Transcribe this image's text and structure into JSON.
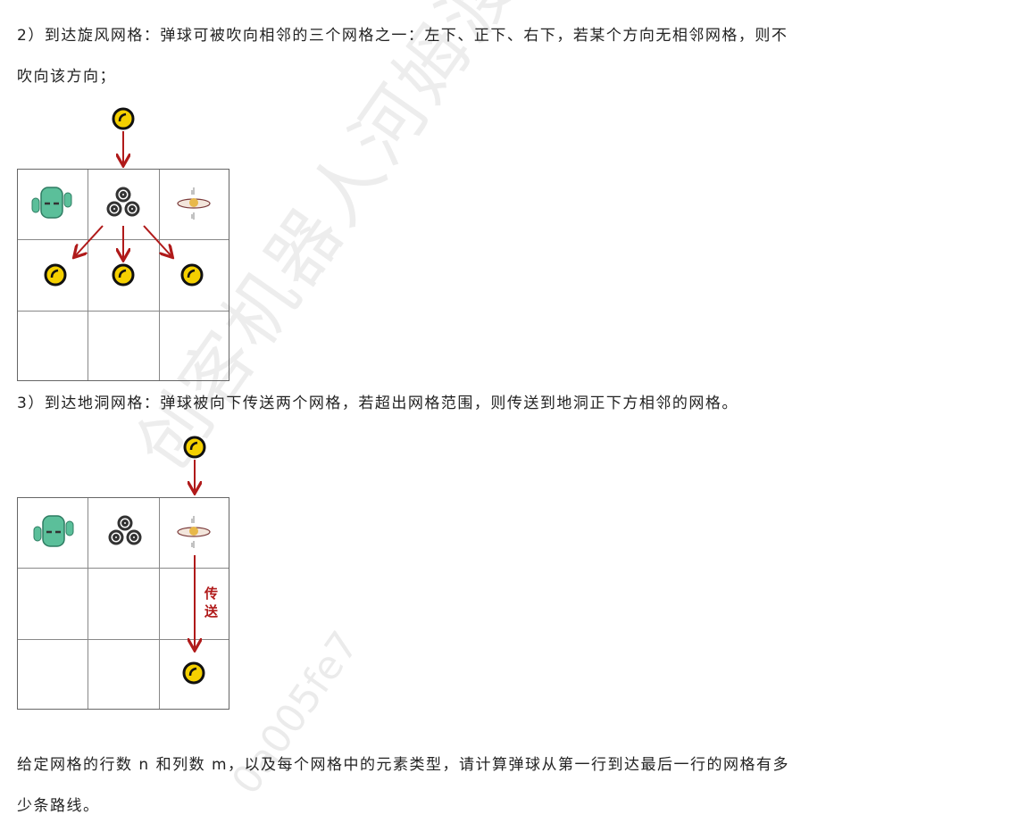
{
  "paragraphs": {
    "p1_line1": "2）到达旋风网格：弹球可被吹向相邻的三个网格之一：左下、正下、右下，若某个方向无相邻网格，则不",
    "p1_line2": "吹向该方向；",
    "p2": "3）到达地洞网格：弹球被向下传送两个网格，若超出网格范围，则传送到地洞正下方相邻的网格。",
    "p3_line1": "给定网格的行数 n 和列数 m，以及每个网格中的元素类型，请计算弹球从第一行到达最后一行的网格有多",
    "p3_line2": "少条路线。"
  },
  "diagram2": {
    "teleport_label": "传送"
  },
  "watermark": {
    "text": "创客机器人河姆渡培训中心",
    "code": "0a005fe7"
  },
  "colors": {
    "arrow": "#b01a1a",
    "coin": "#f5d000",
    "cactus": "#5bbf9a"
  }
}
